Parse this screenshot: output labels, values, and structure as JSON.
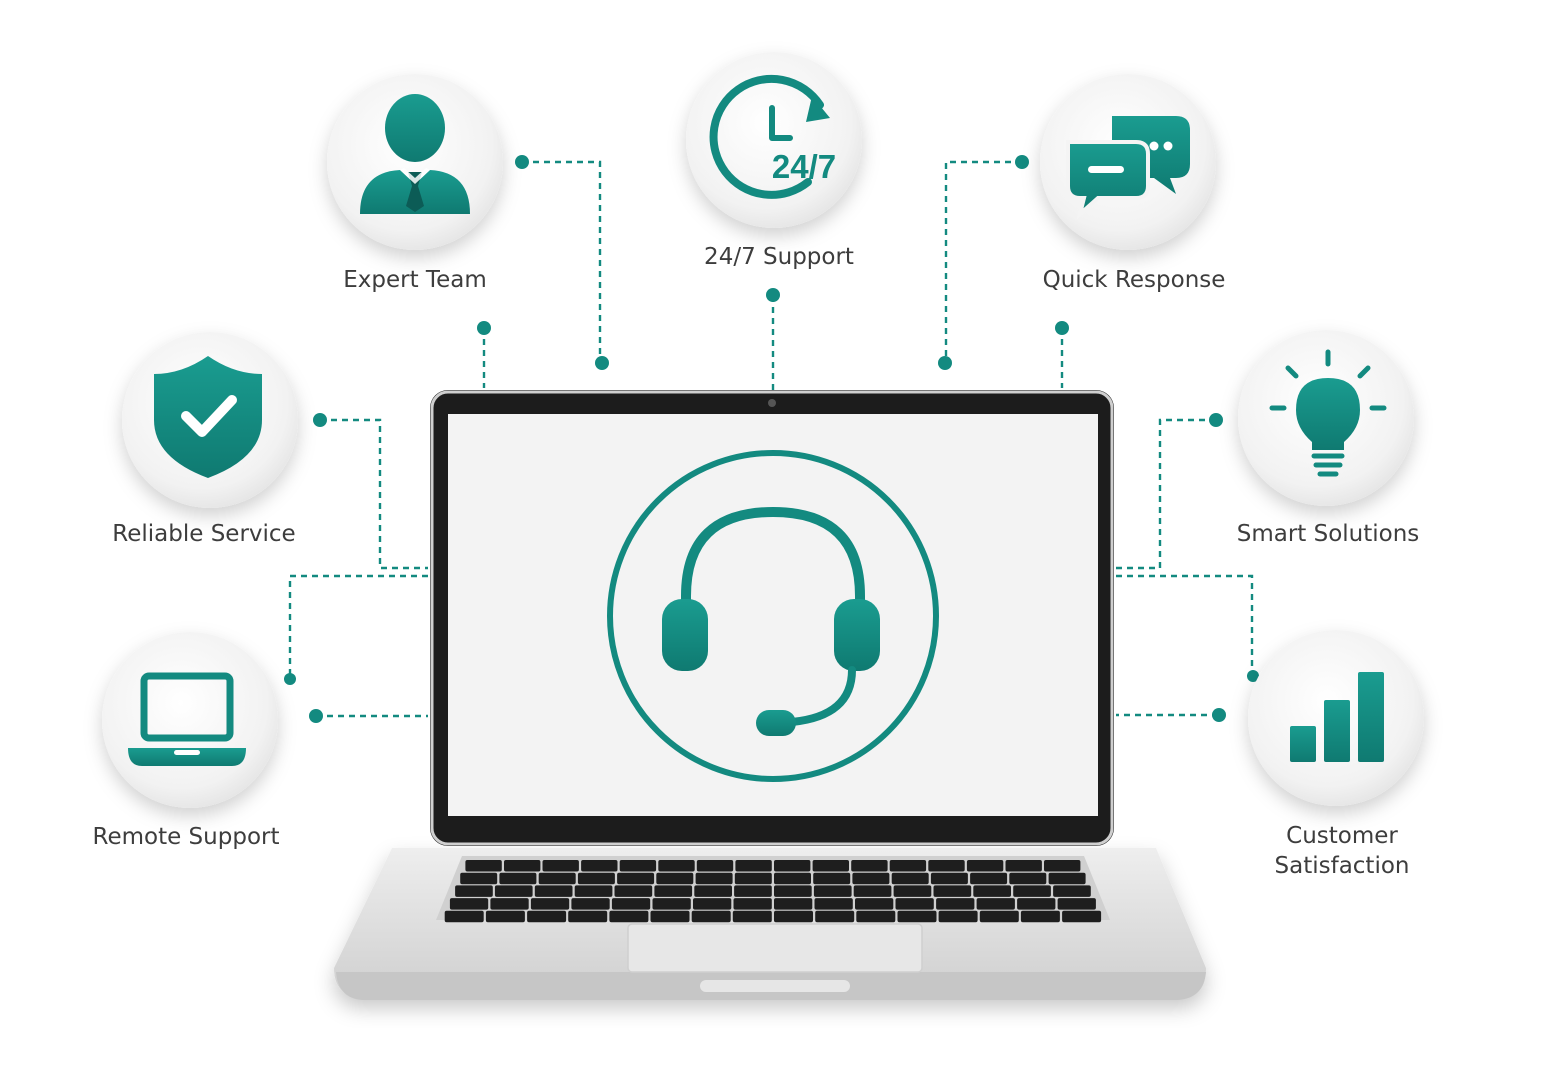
{
  "colors": {
    "accent": "#138a80",
    "accent_dark": "#0e6e66",
    "label_text": "#3d3d3d",
    "badge_bg": "#f4f4f4",
    "screen_bg": "#f3f3f3",
    "laptop_body": "#dcdcdc",
    "keyboard_keys": "#1e1e1e"
  },
  "center": {
    "icon": "headset-icon"
  },
  "features": [
    {
      "id": "expert-team",
      "label": "Expert Team",
      "icon": "person-tie-icon"
    },
    {
      "id": "support-24-7",
      "label": "24/7 Support",
      "icon": "clock-24-7-icon",
      "badge_text": "24/7"
    },
    {
      "id": "quick-response",
      "label": "Quick Response",
      "icon": "chat-bubbles-icon"
    },
    {
      "id": "reliable-service",
      "label": "Reliable Service",
      "icon": "shield-check-icon"
    },
    {
      "id": "smart-solutions",
      "label": "Smart Solutions",
      "icon": "lightbulb-icon"
    },
    {
      "id": "remote-support",
      "label": "Remote Support",
      "icon": "laptop-icon"
    },
    {
      "id": "customer-satisfaction",
      "label_lines": [
        "Customer",
        "Satisfaction"
      ],
      "icon": "bar-chart-icon"
    }
  ]
}
